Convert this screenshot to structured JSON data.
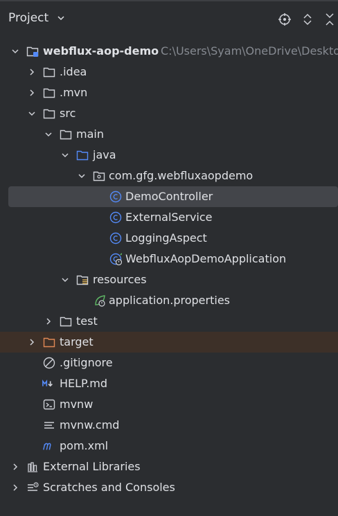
{
  "panel": {
    "title": "Project"
  },
  "tree": {
    "root": {
      "label": "webflux-aop-demo",
      "path": "C:\\Users\\Syam\\OneDrive\\Desktop"
    },
    "idea": ".idea",
    "mvn": ".mvn",
    "src": "src",
    "main": "main",
    "java": "java",
    "package": "com.gfg.webfluxaopdemo",
    "demo_controller": "DemoController",
    "external_service": "ExternalService",
    "logging_aspect": "LoggingAspect",
    "application_class": "WebfluxAopDemoApplication",
    "resources": "resources",
    "application_properties": "application.properties",
    "test": "test",
    "target": "target",
    "gitignore": ".gitignore",
    "help_md": "HELP.md",
    "mvnw": "mvnw",
    "mvnw_cmd": "mvnw.cmd",
    "pom": "pom.xml",
    "external_libraries": "External Libraries",
    "scratches": "Scratches and Consoles"
  },
  "colors": {
    "background": "#2b2d30",
    "selection": "#43454a",
    "excluded_row": "#3d3028",
    "class_icon": "#548af7",
    "folder_icon": "#ced0d6",
    "target_folder": "#e08855",
    "spring_green": "#5fb865",
    "path_text": "#868a91"
  }
}
